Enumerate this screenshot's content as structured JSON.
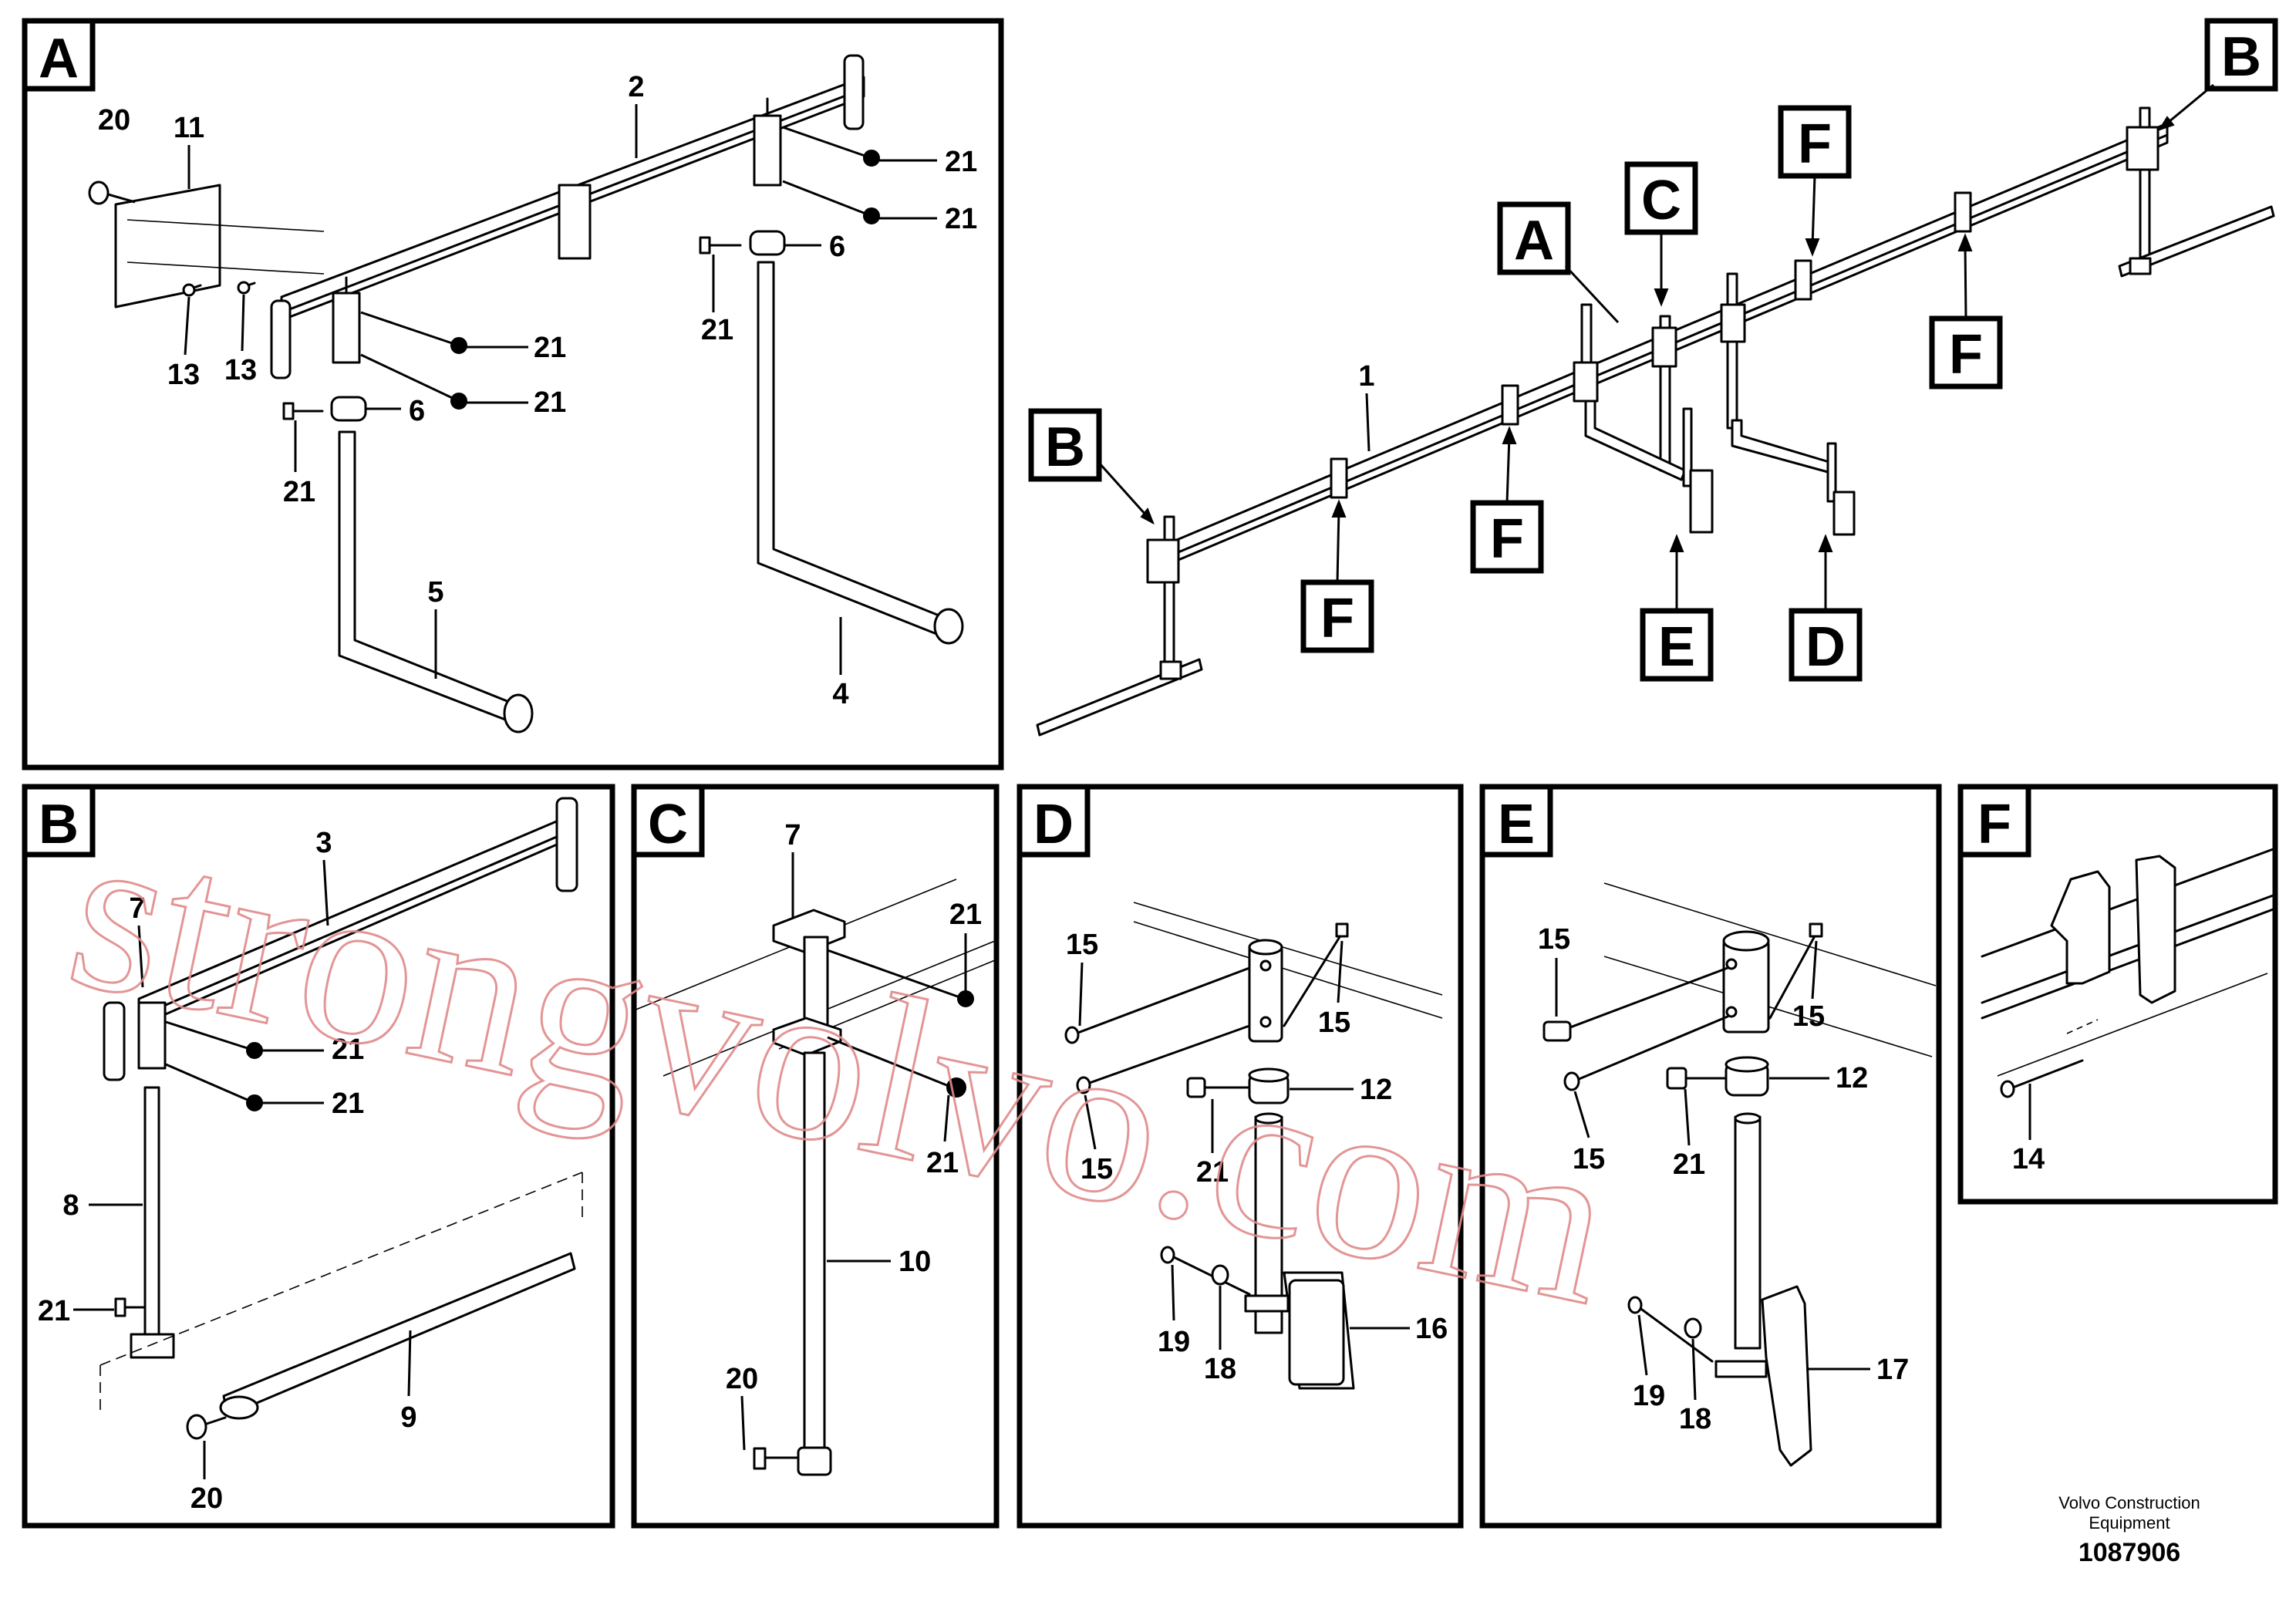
{
  "panels": {
    "A": {
      "tag": "A",
      "labels": {
        "p20": "20",
        "p11": "11",
        "p2": "2",
        "p21a": "21",
        "p21b": "21",
        "p6a": "6",
        "p21c": "21",
        "p21d": "21",
        "p21e": "21",
        "p13a": "13",
        "p13b": "13",
        "p6b": "6",
        "p21f": "21",
        "p5": "5",
        "p4": "4"
      }
    },
    "B": {
      "tag": "B",
      "labels": {
        "p3": "3",
        "p7": "7",
        "p21a": "21",
        "p21b": "21",
        "p8": "8",
        "p21c": "21",
        "p9": "9",
        "p20": "20"
      }
    },
    "C": {
      "tag": "C",
      "labels": {
        "p7": "7",
        "p21a": "21",
        "p21b": "21",
        "p10": "10",
        "p20": "20"
      }
    },
    "D": {
      "tag": "D",
      "labels": {
        "p15a": "15",
        "p15b": "15",
        "p15c": "15",
        "p12": "12",
        "p21": "21",
        "p19": "19",
        "p18": "18",
        "p16": "16"
      }
    },
    "E": {
      "tag": "E",
      "labels": {
        "p15a": "15",
        "p15b": "15",
        "p15c": "15",
        "p12": "12",
        "p21": "21",
        "p19": "19",
        "p18": "18",
        "p17": "17"
      }
    },
    "F": {
      "tag": "F",
      "labels": {
        "p14": "14"
      }
    }
  },
  "overview": {
    "callouts": {
      "B1": "B",
      "B2": "B",
      "A": "A",
      "C": "C",
      "F1": "F",
      "F2": "F",
      "F3": "F",
      "F4": "F",
      "E": "E",
      "D": "D"
    },
    "labels": {
      "p1": "1"
    }
  },
  "watermark": "strongvolvo.com",
  "footer": {
    "line1": "Volvo Construction",
    "line2": "Equipment",
    "id": "1087906"
  }
}
